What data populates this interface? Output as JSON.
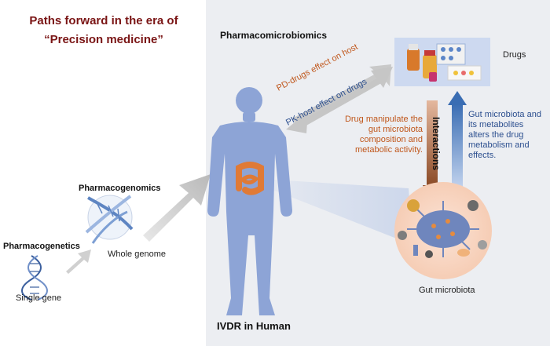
{
  "title": {
    "line1": "Paths forward in the era of",
    "line2": "“Precision medicine”"
  },
  "labels": {
    "pharmacomicrobiomics": "Pharmacomicrobiomics",
    "pharmacogenomics": "Pharmacogenomics",
    "pharmacogenetics": "Pharmacogenetics",
    "whole_genome": "Whole genome",
    "single_gene": "Single gene",
    "ivdr": "IVDR in Human",
    "drugs": "Drugs",
    "gut_microbiota": "Gut microbiota",
    "interactions": "Interactions",
    "pd_effect": "PD-drugs effect on host",
    "pk_effect": "PK-host effect on drugs",
    "drug_effect_text": "Drug manipulate the gut microbiota composition and metabolic activity.",
    "microbiota_effect_text": "Gut microbiota and its metabolites alters the drug metabolism and effects."
  },
  "colors": {
    "title": "#7a1515",
    "panel": "#eceef2",
    "body": "#8da4d6",
    "orange_text": "#c0571c",
    "blue_text": "#2c4f8f",
    "down_arrow": "#b2683d",
    "up_arrow": "#3a6db3"
  }
}
